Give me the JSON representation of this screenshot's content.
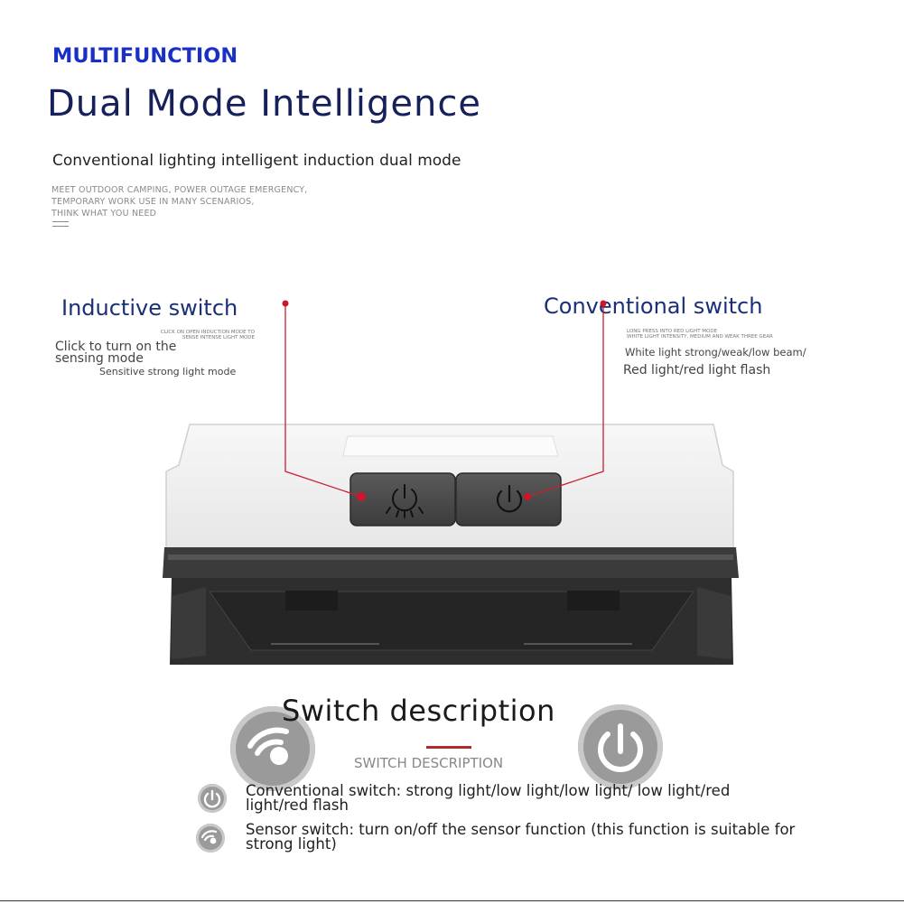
{
  "header": {
    "brand_tag": "MULTIFUNCTION",
    "headline": "Dual Mode Intelligence",
    "subhead": "Conventional lighting intelligent induction dual mode",
    "caption_lines": [
      "MEET OUTDOOR CAMPING, POWER OUTAGE EMERGENCY,",
      "TEMPORARY WORK USE IN MANY SCENARIOS,",
      "THINK WHAT YOU NEED"
    ]
  },
  "inductive": {
    "title": "Inductive switch",
    "tiny_lines": [
      "CLICK ON OPEN INDUCTION MODE TO",
      "SENSE INTENSE LIGHT MODE"
    ],
    "click_text": "Click to turn on the sensing mode",
    "mode_text": "Sensitive strong light mode"
  },
  "conventional": {
    "title": "Conventional switch",
    "tiny_lines": [
      "LONG PRESS INTO RED LIGHT MODE",
      "WHITE LIGHT INTENSITY, MEDIUM AND WEAK THREE GEAR"
    ],
    "white_text": "White light strong/weak/low beam/",
    "red_text": "Red light/red light flash"
  },
  "switch_section": {
    "title": "Switch description",
    "subtitle": "SWITCH DESCRIPTION",
    "items": [
      {
        "icon": "power-icon",
        "text": "Conventional switch: strong light/low light/low light/ low light/red light/red flash"
      },
      {
        "icon": "wifi-icon",
        "text": "Sensor switch: turn on/off the sensor function (this function is suitable for strong light)"
      }
    ]
  },
  "colors": {
    "brand_blue": "#1a2fc4",
    "heading_navy": "#16205a",
    "accent_red": "#d0152a",
    "icon_gray": "#9a9a9a"
  }
}
